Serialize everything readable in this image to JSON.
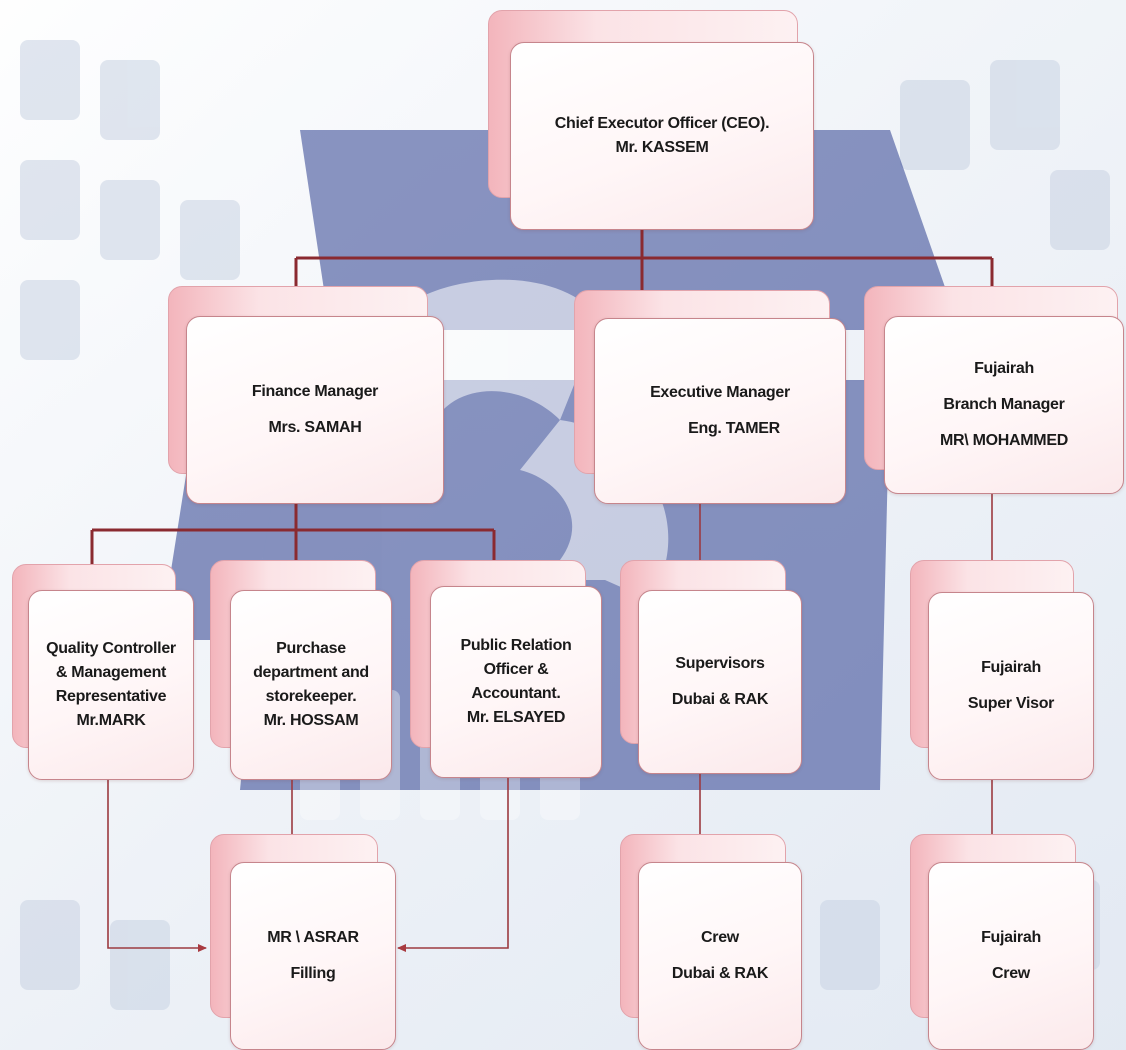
{
  "chart": {
    "nodes": {
      "ceo": {
        "lines": [
          "Chief Executor Officer (CEO).",
          "Mr. KASSEM"
        ]
      },
      "finance": {
        "lines": [
          "Finance Manager",
          "Mrs. SAMAH"
        ]
      },
      "executive": {
        "lines": [
          "Executive Manager",
          "Eng. TAMER"
        ]
      },
      "fujairah_branch": {
        "lines": [
          "Fujairah",
          "Branch Manager",
          "MR\\ MOHAMMED"
        ]
      },
      "quality": {
        "lines": [
          "Quality Controller",
          "& Management",
          "Representative",
          "Mr.MARK"
        ]
      },
      "purchase": {
        "lines": [
          "Purchase",
          "department and",
          "storekeeper.",
          "Mr. HOSSAM"
        ]
      },
      "public_relation": {
        "lines": [
          "Public Relation",
          "Officer &",
          "Accountant.",
          "Mr. ELSAYED"
        ]
      },
      "supervisors": {
        "lines": [
          "Supervisors",
          "Dubai & RAK"
        ]
      },
      "fujairah_supervisor": {
        "lines": [
          "Fujairah",
          "Super Visor"
        ]
      },
      "asrar": {
        "lines": [
          "MR \\ ASRAR",
          "Filling"
        ]
      },
      "crew": {
        "lines": [
          "Crew",
          "Dubai & RAK"
        ]
      },
      "fujairah_crew": {
        "lines": [
          "Fujairah",
          "Crew"
        ]
      }
    }
  },
  "colors": {
    "connector": "#8a2a30",
    "box_border": "#c6858c",
    "background_graphic": "#2d3f8f"
  }
}
